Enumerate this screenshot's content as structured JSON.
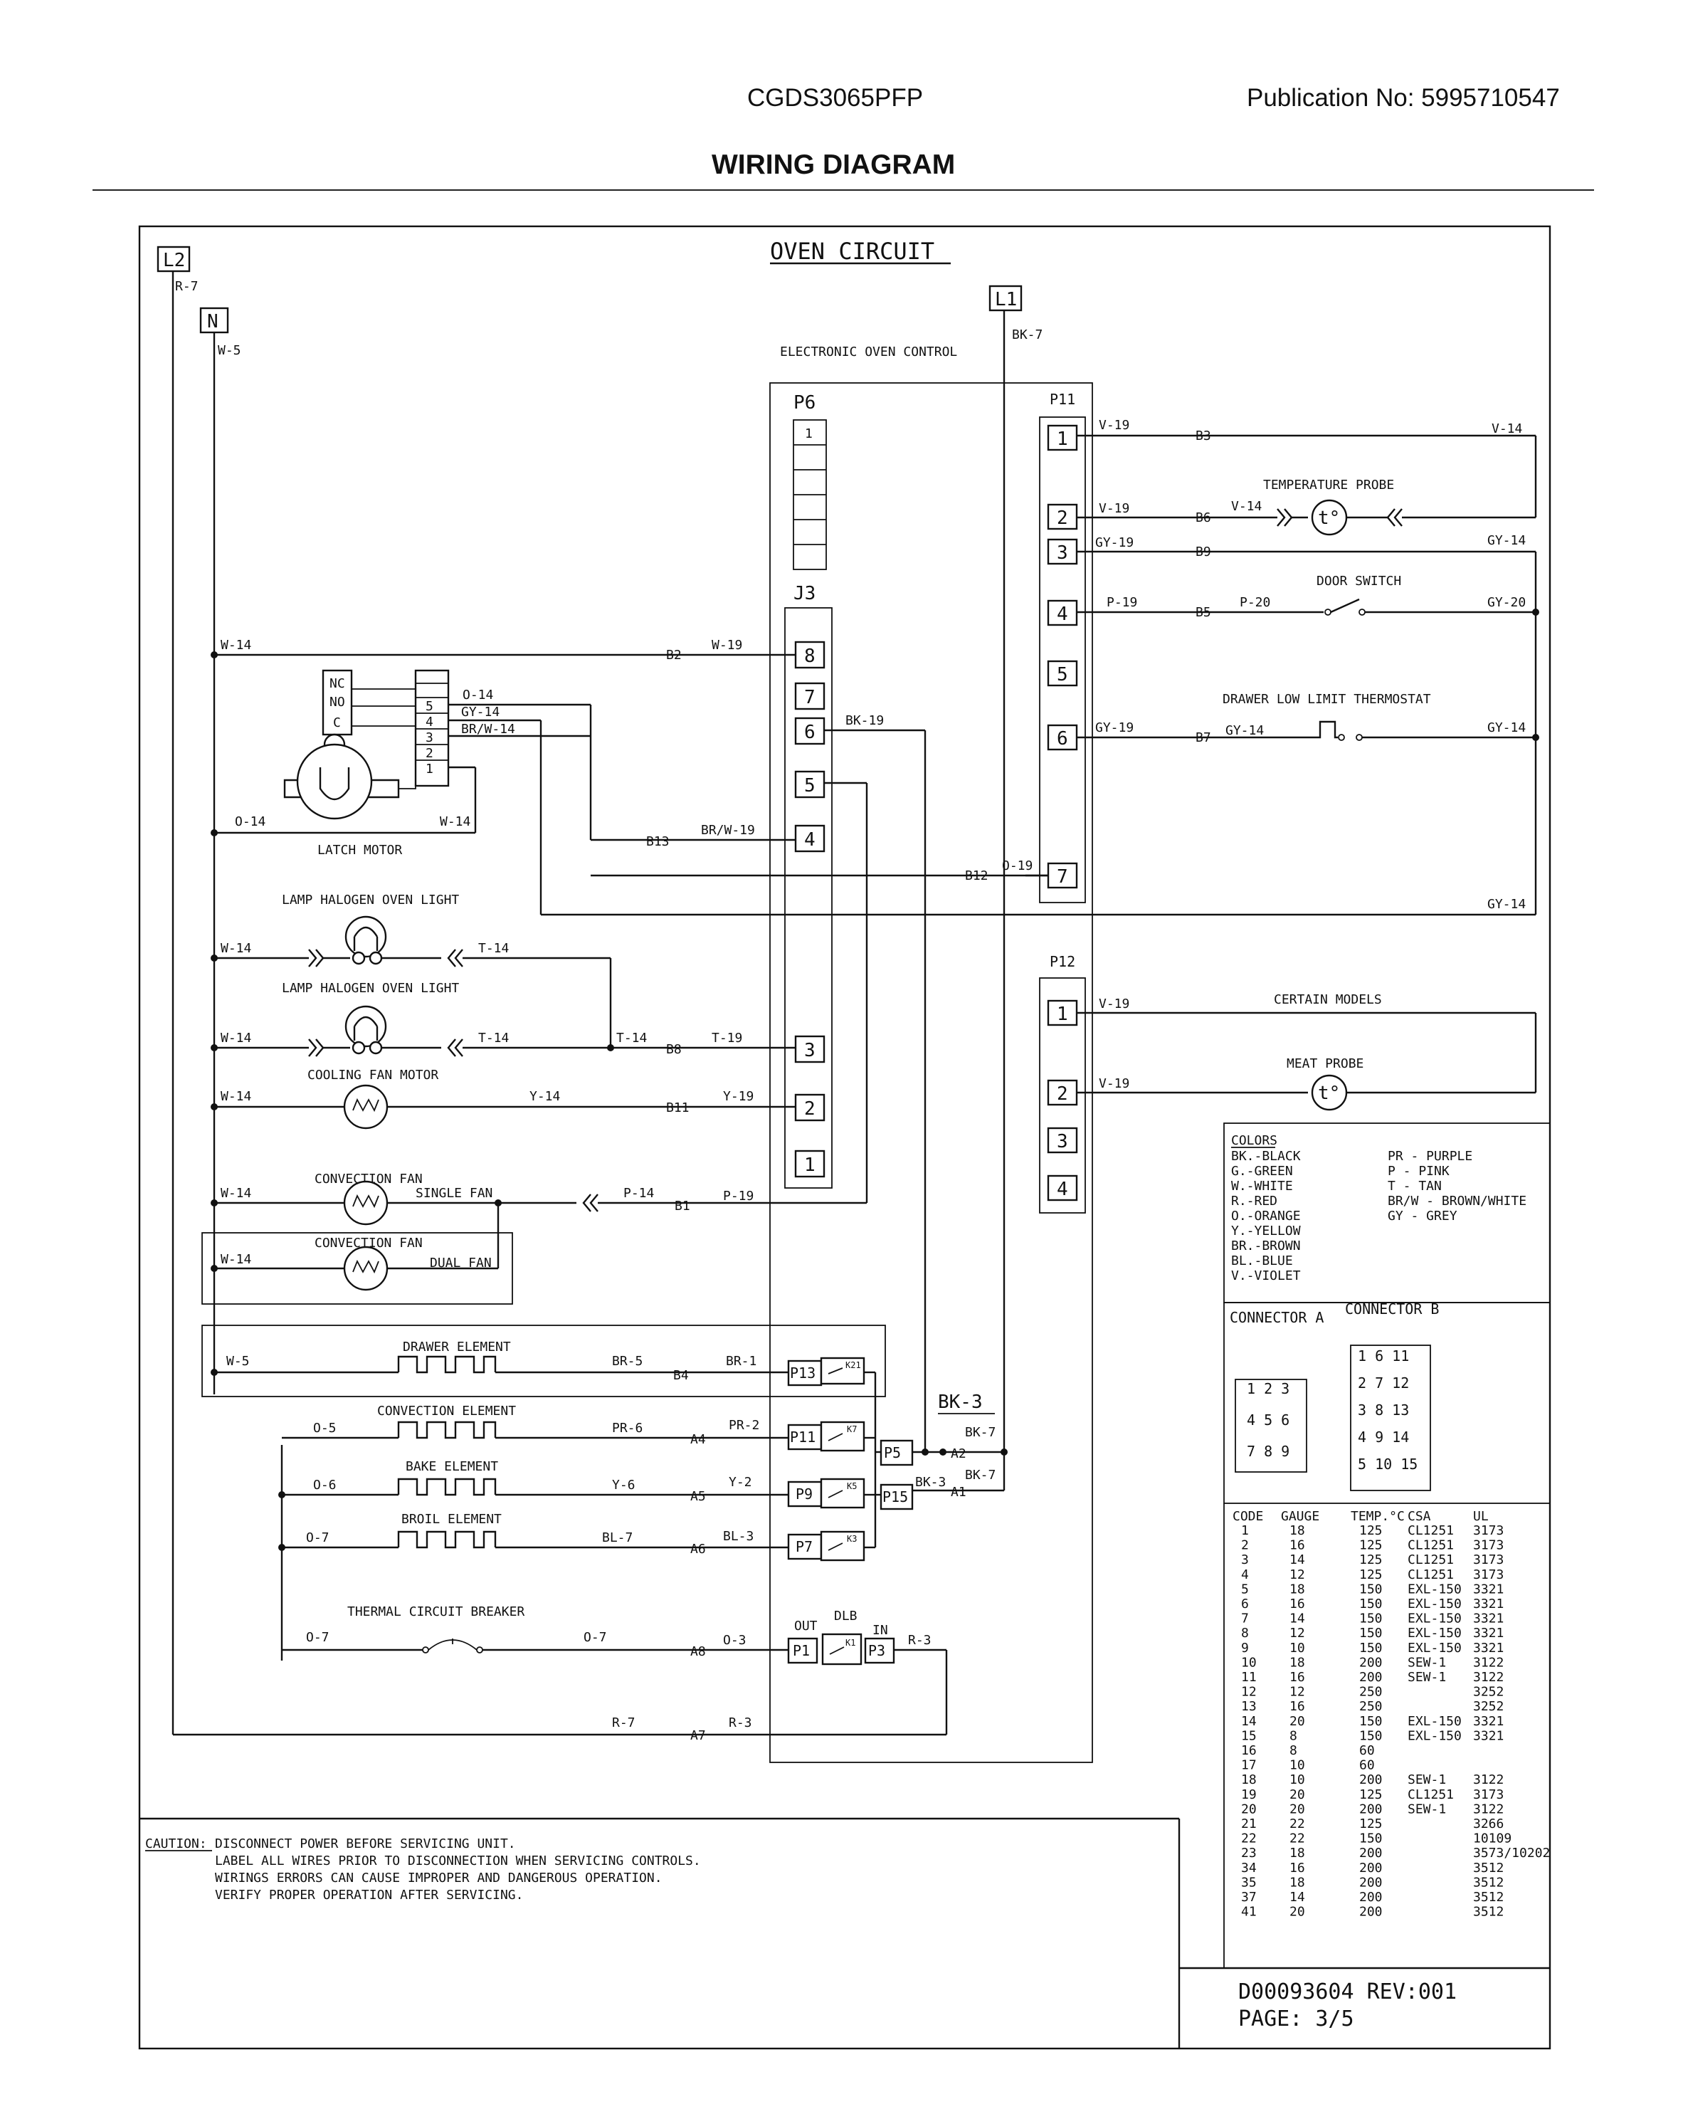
{
  "header": {
    "model": "CGDS3065PFP",
    "publication": "Publication No:  5995710547",
    "title": "WIRING DIAGRAM"
  },
  "diagram": {
    "circuit_title": "OVEN CIRCUIT",
    "control_label": "ELECTRONIC OVEN CONTROL",
    "terminals": {
      "l2": "L2",
      "n": "N",
      "l1": "L1"
    },
    "connector_names": {
      "p6": "P6",
      "j3": "J3",
      "p11": "P11",
      "p12": "P12"
    },
    "components": {
      "latch_motor": "LATCH MOTOR",
      "lamp1": "LAMP HALOGEN OVEN LIGHT",
      "lamp2": "LAMP HALOGEN OVEN LIGHT",
      "cooling_fan": "COOLING FAN MOTOR",
      "conv_fan1": "CONVECTION FAN",
      "conv_fan2": "CONVECTION FAN",
      "single_fan": "SINGLE FAN",
      "dual_fan": "DUAL FAN",
      "drawer_element": "DRAWER ELEMENT",
      "convection_element": "CONVECTION ELEMENT",
      "bake_element": "BAKE ELEMENT",
      "broil_element": "BROIL ELEMENT",
      "thermal_breaker": "THERMAL CIRCUIT BREAKER",
      "temp_probe": "TEMPERATURE PROBE",
      "door_switch": "DOOR SWITCH",
      "drawer_thermostat": "DRAWER LOW LIMIT THERMOSTAT",
      "certain_models": "CERTAIN MODELS",
      "meat_probe": "MEAT PROBE",
      "dlb": "DLB",
      "out": "OUT",
      "in": "IN"
    }
  },
  "colors": {
    "heading": "COLORS",
    "left": [
      "BK.-BLACK",
      "G.-GREEN",
      "W.-WHITE",
      "R.-RED",
      "O.-ORANGE",
      "Y.-YELLOW",
      "BR.-BROWN",
      "BL.-BLUE",
      "V.-VIOLET"
    ],
    "right": [
      "PR - PURPLE",
      "P - PINK",
      "T - TAN",
      "BR/W - BROWN/WHITE",
      "GY - GREY"
    ]
  },
  "connectors": {
    "a_label": "CONNECTOR A",
    "b_label": "CONNECTOR B",
    "a_rows": [
      "1 2 3",
      "4 5 6",
      "7 8 9"
    ],
    "b_rows": [
      "1 6 11",
      "2 7 12",
      "3 8 13",
      "4 9 14",
      "5 10 15"
    ]
  },
  "gauge_table": {
    "headers": [
      "CODE",
      "GAUGE",
      "TEMP.°C",
      "CSA",
      "UL"
    ],
    "rows": [
      [
        "1",
        "18",
        "125",
        "CL1251",
        "3173"
      ],
      [
        "2",
        "16",
        "125",
        "CL1251",
        "3173"
      ],
      [
        "3",
        "14",
        "125",
        "CL1251",
        "3173"
      ],
      [
        "4",
        "12",
        "125",
        "CL1251",
        "3173"
      ],
      [
        "5",
        "18",
        "150",
        "EXL-150",
        "3321"
      ],
      [
        "6",
        "16",
        "150",
        "EXL-150",
        "3321"
      ],
      [
        "7",
        "14",
        "150",
        "EXL-150",
        "3321"
      ],
      [
        "8",
        "12",
        "150",
        "EXL-150",
        "3321"
      ],
      [
        "9",
        "10",
        "150",
        "EXL-150",
        "3321"
      ],
      [
        "10",
        "18",
        "200",
        "SEW-1",
        "3122"
      ],
      [
        "11",
        "16",
        "200",
        "SEW-1",
        "3122"
      ],
      [
        "12",
        "12",
        "250",
        "",
        "3252"
      ],
      [
        "13",
        "16",
        "250",
        "",
        "3252"
      ],
      [
        "14",
        "20",
        "150",
        "EXL-150",
        "3321"
      ],
      [
        "15",
        "8",
        "150",
        "EXL-150",
        "3321"
      ],
      [
        "16",
        "8",
        "60",
        "",
        ""
      ],
      [
        "17",
        "10",
        "60",
        "",
        ""
      ],
      [
        "18",
        "10",
        "200",
        "SEW-1",
        "3122"
      ],
      [
        "19",
        "20",
        "125",
        "CL1251",
        "3173"
      ],
      [
        "20",
        "20",
        "200",
        "SEW-1",
        "3122"
      ],
      [
        "21",
        "22",
        "125",
        "",
        "3266"
      ],
      [
        "22",
        "22",
        "150",
        "",
        "10109"
      ],
      [
        "23",
        "18",
        "200",
        "",
        "3573/10202"
      ],
      [
        "34",
        "16",
        "200",
        "",
        "3512"
      ],
      [
        "35",
        "18",
        "200",
        "",
        "3512"
      ],
      [
        "37",
        "14",
        "200",
        "",
        "3512"
      ],
      [
        "41",
        "20",
        "200",
        "",
        "3512"
      ]
    ]
  },
  "caution": {
    "label": "CAUTION:",
    "lines": [
      "DISCONNECT POWER BEFORE SERVICING UNIT.",
      "LABEL ALL WIRES PRIOR TO DISCONNECTION WHEN SERVICING CONTROLS.",
      "WIRINGS ERRORS CAN CAUSE IMPROPER AND DANGEROUS OPERATION.",
      "VERIFY PROPER OPERATION AFTER SERVICING."
    ]
  },
  "footer": {
    "doc": "D00093604 REV:001",
    "page": "PAGE: 3/5"
  }
}
